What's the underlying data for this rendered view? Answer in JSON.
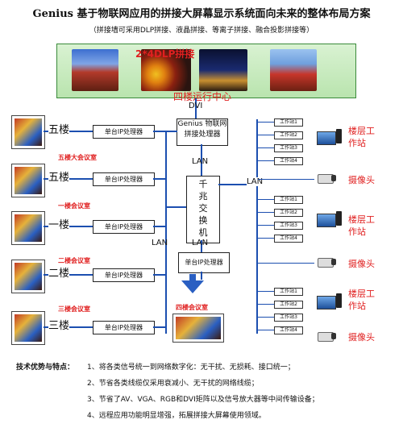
{
  "title": "Genius 基于物联网应用的拼接大屏幕显示系统面向未来的整体布局方案",
  "subtitle": "（拼接墙可采用DLP拼接、液晶拼接、等离子拼接、融合投影拼接等）",
  "wall": {
    "label": "2*4DLP拼接",
    "center": "四楼运行中心"
  },
  "dvi": "DVI",
  "processor": "Genius 物联网\n拼接处理器",
  "lan": "LAN",
  "switch": "千\n兆\n交\n换\n机",
  "ip_proc": "单台IP处理器",
  "floors": {
    "f5": "五楼",
    "f1": "一楼",
    "f2": "二楼",
    "f3": "三楼"
  },
  "rooms": {
    "r5": "五楼大会议室",
    "r1": "一楼会议室",
    "r2": "二楼会议室",
    "r3": "三楼会议室",
    "r4": "四楼会议室"
  },
  "workstations": [
    "工作站1",
    "工作站2",
    "工作站3",
    "工作站4"
  ],
  "side": {
    "floor_ws": "楼层工\n作站",
    "camera": "摄像头"
  },
  "advantages": {
    "lead": "技术优势与特点：",
    "items": [
      "1、将各类信号统一到网络数字化：无干扰、无损耗、接口统一；",
      "2、节省各类线缆仅采用衰减小、无干扰的网络线缆；",
      "3、节省了AV、VGA、RGB和DVI矩阵以及信号放大器等中间传输设备；",
      "4、远程应用功能明显增强，拓展拼接大屏幕使用领域。"
    ]
  },
  "colors": {
    "line": "#1c4fb0",
    "accent": "#e02020"
  }
}
